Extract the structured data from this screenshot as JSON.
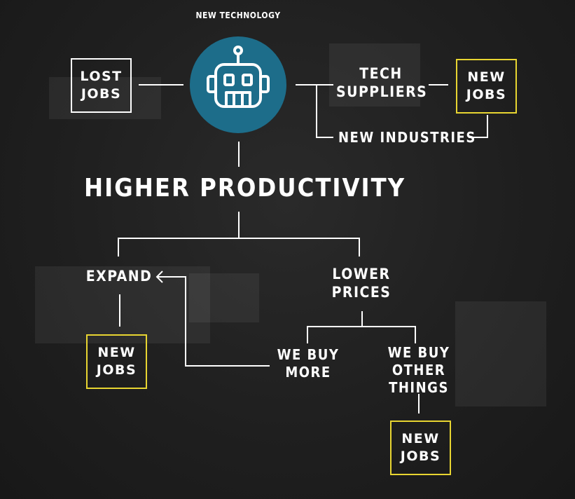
{
  "header": {
    "title": "NEW TECHNOLOGY"
  },
  "nodes": {
    "lost_jobs": "LOST JOBS",
    "tech_suppliers": "TECH SUPPLIERS",
    "new_jobs_top": "NEW JOBS",
    "new_industries": "NEW INDUSTRIES",
    "higher_productivity": "HIGHER PRODUCTIVITY",
    "expand": "EXPAND",
    "lower_prices": "LOWER PRICES",
    "new_jobs_left": "NEW JOBS",
    "we_buy_more": "WE BUY MORE",
    "we_buy_other_things": "WE BUY OTHER THINGS",
    "new_jobs_bottom": "NEW JOBS"
  },
  "colors": {
    "robot_circle": "#1d6d8a",
    "highlight_border": "#e8d531",
    "line": "#ffffff",
    "background": "#1f1f1f"
  },
  "icons": {
    "center": "robot-icon"
  }
}
